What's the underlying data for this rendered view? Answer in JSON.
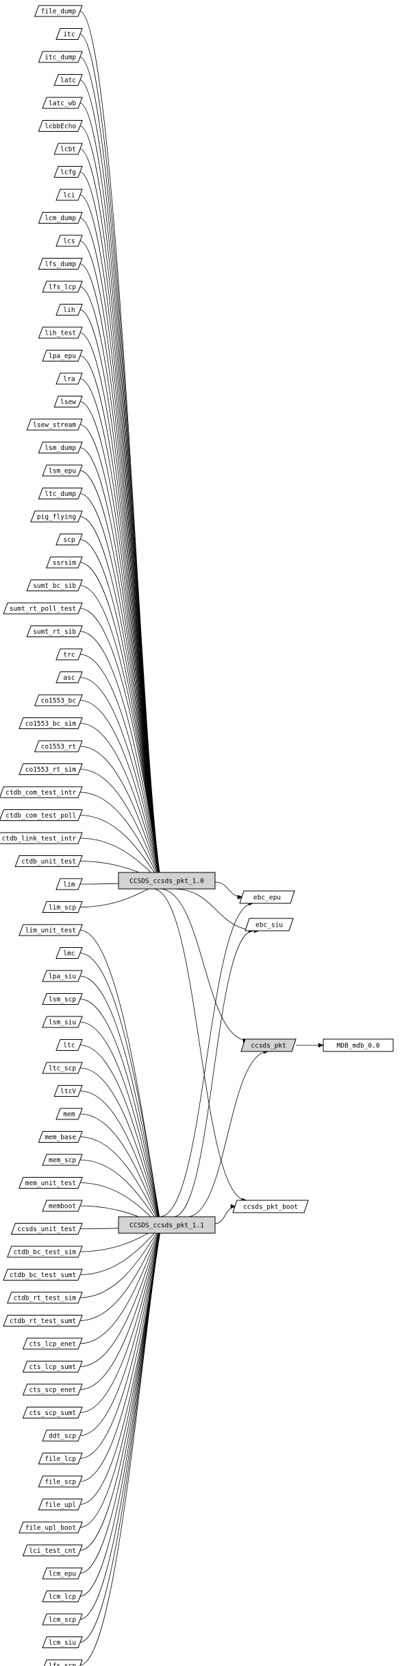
{
  "left_nodes": [
    "file_dump",
    "itc",
    "itc_dump",
    "latc",
    "latc_wb",
    "lcbbEcho",
    "lcbt",
    "lcfg",
    "lci",
    "lcm_dump",
    "lcs",
    "lfs_dump",
    "lfs_lcp",
    "lih",
    "lih_test",
    "lpa_epu",
    "lra",
    "lsew",
    "lsew_stream",
    "lsm_dump",
    "lsm_epu",
    "ltc_dump",
    "pig_flying",
    "scp",
    "ssrsim",
    "sumt_bc_sib",
    "sumt_rt_poll_test",
    "sumt_rt_sib",
    "trc",
    "asc",
    "co1553_bc",
    "co1553_bc_sim",
    "co1553_rt",
    "co1553_rt_sim",
    "ctdb_com_test_intr",
    "ctdb_com_test_poll",
    "ctdb_link_test_intr",
    "ctdb_unit_test",
    "lim",
    "lim_scp",
    "lim_unit_test",
    "lmc",
    "lpa_siu",
    "lsm_scp",
    "lsm_siu",
    "ltc",
    "ltc_scp",
    "ltcV",
    "mem",
    "mem_base",
    "mem_scp",
    "mem_unit_test",
    "memboot",
    "ccsds_unit_test",
    "ctdb_bc_test_sim",
    "ctdb_bc_test_sumt",
    "ctdb_rt_test_sim",
    "ctdb_rt_test_sumt",
    "cts_lcp_enet",
    "cts_lcp_sumt",
    "cts_scp_enet",
    "cts_scp_sumt",
    "ddt_scp",
    "file_lcp",
    "file_scp",
    "file_upl",
    "file_upl_boot",
    "lci_test_cnt",
    "lcm_epu",
    "lcm_lcp",
    "lcm_scp",
    "lcm_siu",
    "lfs_scp"
  ],
  "pkg_nodes": {
    "pkt10": "CCSDS_ccsds_pkt_1.0",
    "pkt11": "CCSDS_ccsds_pkt_1.1"
  },
  "right_nodes": {
    "ebc_epu": "ebc_epu",
    "ebc_siu": "ebc_siu",
    "ccsds_pkt": "ccsds_pkt",
    "mdb": "MDB_mdb_0.0",
    "ccsds_pkt_boot": "ccsds_pkt_boot"
  }
}
